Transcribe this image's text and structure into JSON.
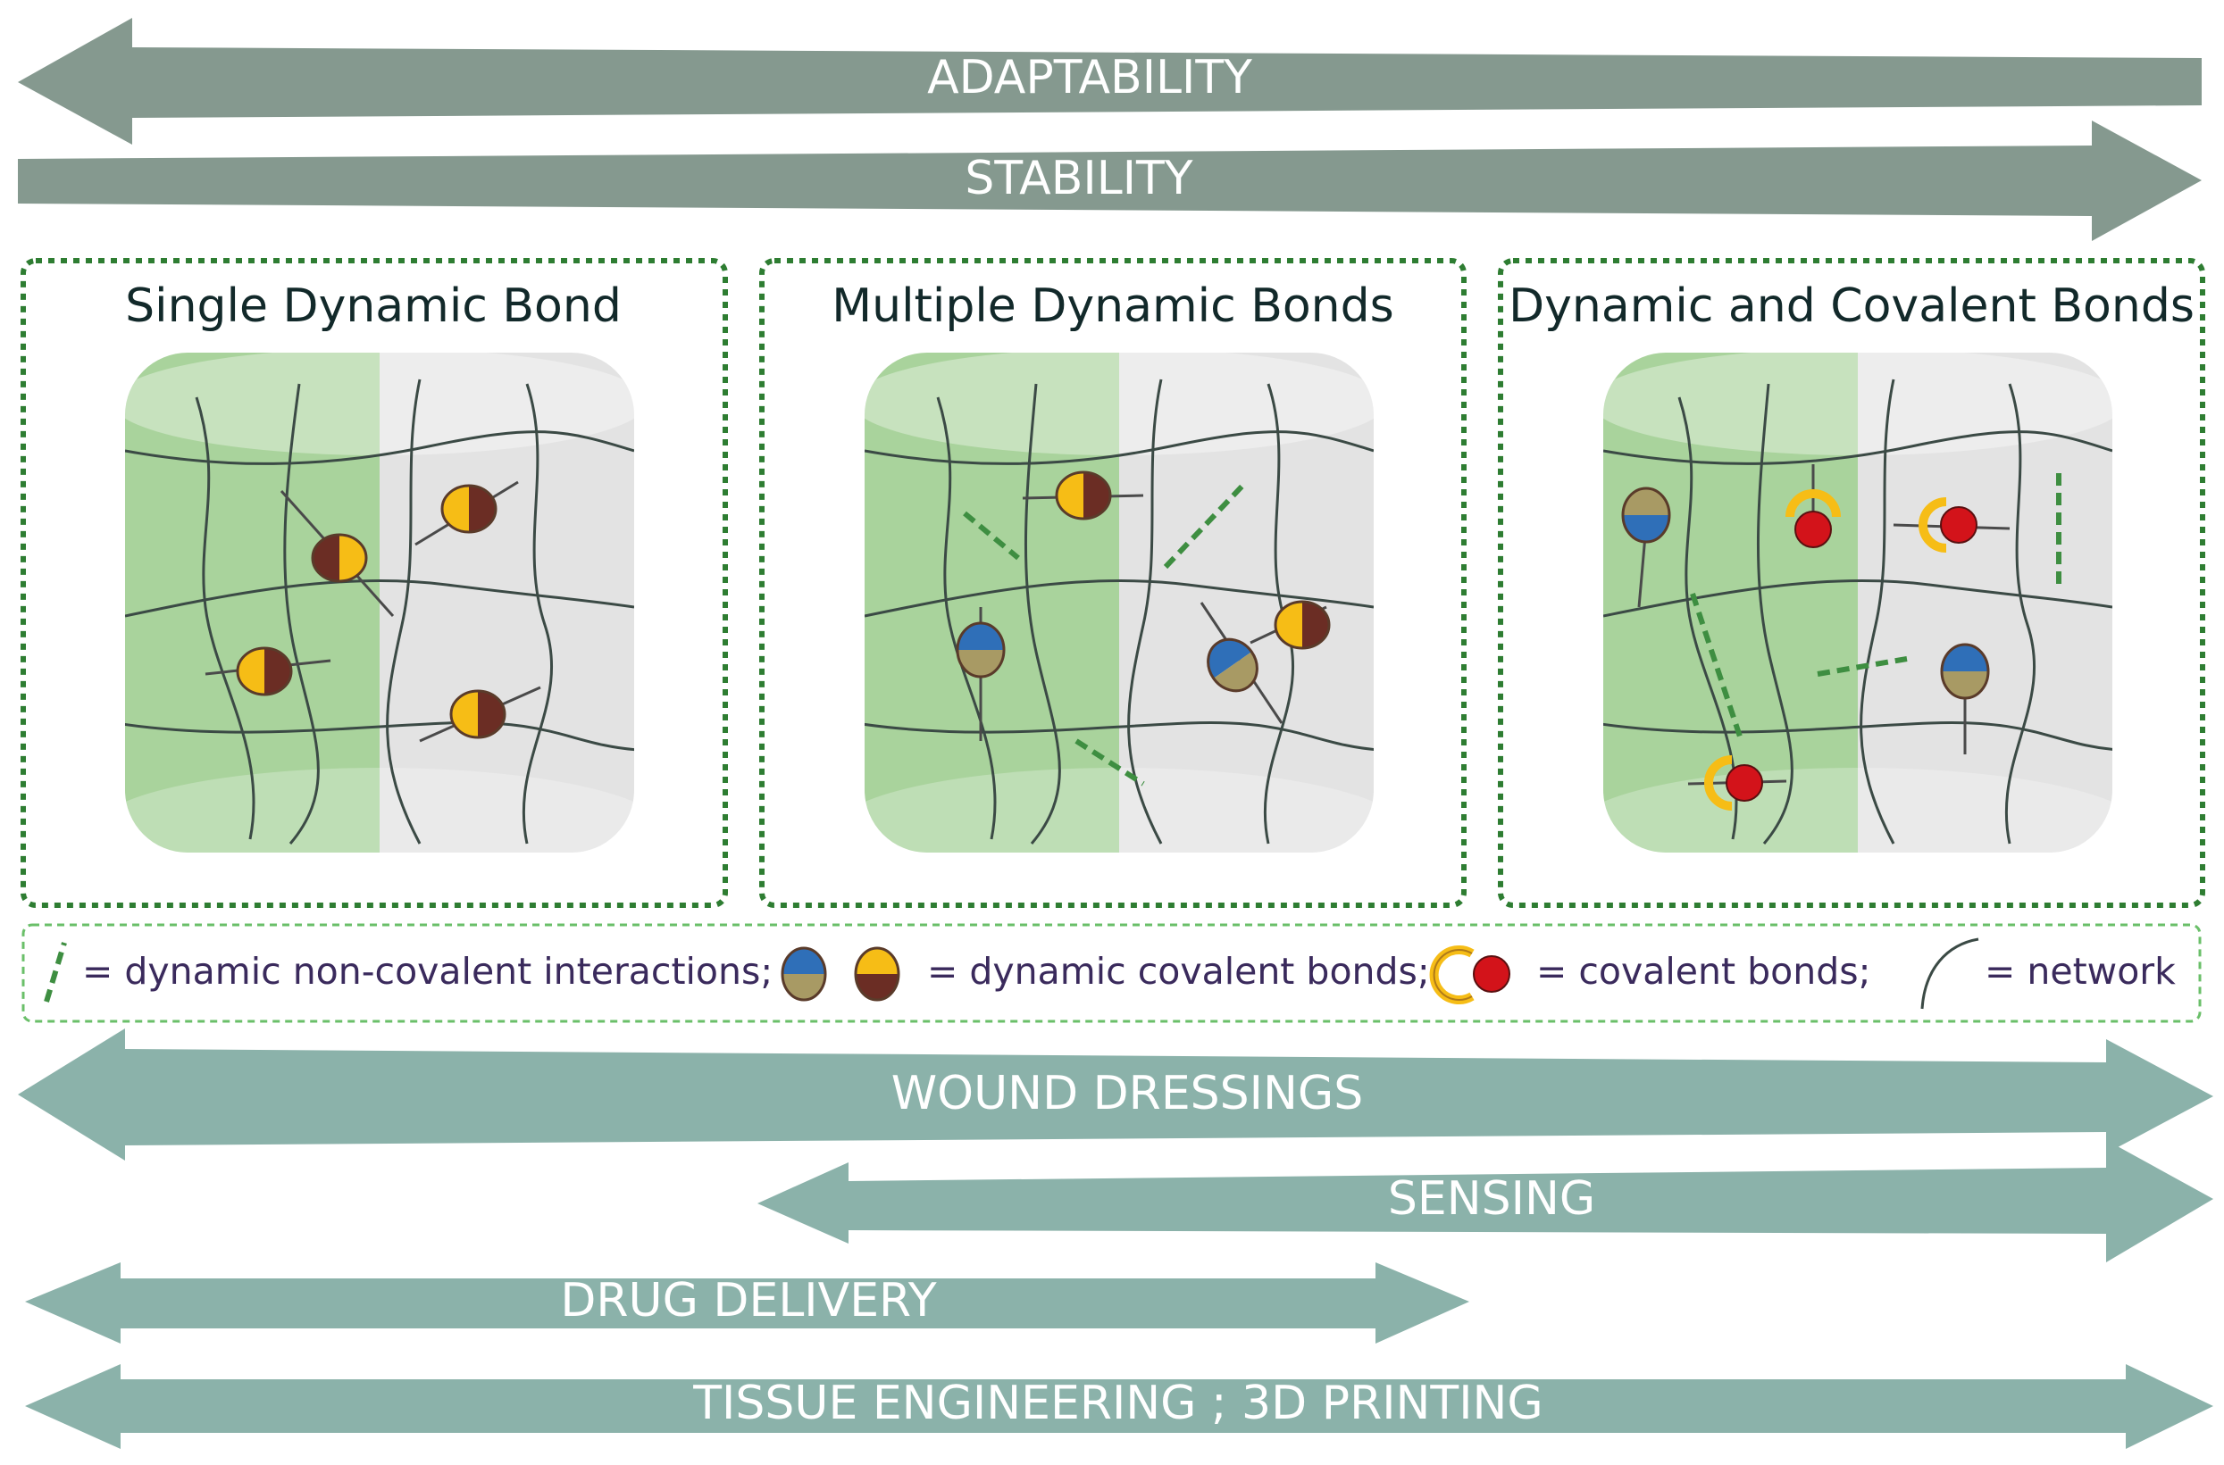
{
  "arrows": {
    "adaptability": "ADAPTABILITY",
    "stability": "STABILITY",
    "wound_dressings": "WOUND DRESSINGS",
    "sensing": "SENSING",
    "drug_delivery": "DRUG DELIVERY",
    "tissue_engineering": "TISSUE ENGINEERING ; 3D PRINTING"
  },
  "panels": [
    {
      "title": "Single Dynamic Bond"
    },
    {
      "title": "Multiple Dynamic Bonds"
    },
    {
      "title": "Dynamic and Covalent Bonds"
    }
  ],
  "legend": {
    "non_covalent": "= dynamic non-covalent interactions;",
    "dynamic_covalent": "= dynamic covalent bonds;",
    "covalent": "= covalent bonds;",
    "network": "= network"
  },
  "colors": {
    "top_arrow": "#85998f",
    "bottom_arrow": "#8bb2aa",
    "panel_border": "#2e7d32",
    "gel_green": "#a9d39c",
    "gel_gray": "#e3e3e3",
    "yellow": "#f6bd16",
    "brown": "#6b2d24",
    "blue": "#2f6fb8",
    "khaki": "#a89a64",
    "red": "#d3131a"
  }
}
